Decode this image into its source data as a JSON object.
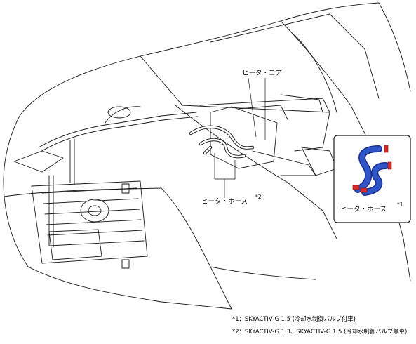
{
  "labels": {
    "heater_core": "ヒータ・コア",
    "heater_hose_main": "ヒータ・ホース",
    "heater_hose_main_mark": "*2",
    "heater_hose_inset": "ヒータ・ホース",
    "heater_hose_inset_mark": "*1"
  },
  "notes": [
    {
      "mark": "*1",
      "text": "：SKYACTIV-G 1.5 (冷却水制御バルブ付車)"
    },
    {
      "mark": "*2",
      "text": "：SKYACTIV-G 1.3、SKYACTIV-G 1.5 (冷却水制御バルブ無車)"
    }
  ],
  "colors": {
    "line": "#1a1a1a",
    "hose_blue": "#2f55c8",
    "hose_shade": "#1b2f8a",
    "clamp_red": "#d92a2a"
  }
}
